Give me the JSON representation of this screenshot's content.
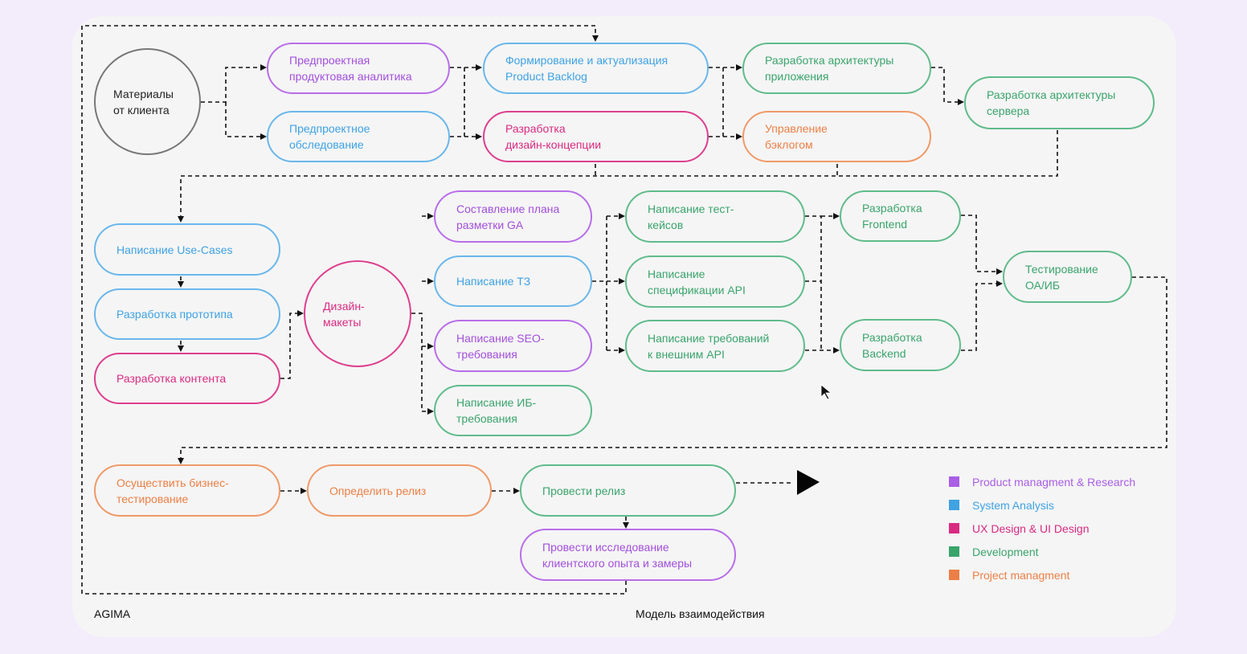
{
  "nodes": {
    "client": "Материалы\nот клиента",
    "pre_analytics": "Предпроектная\nпродуктовая аналитика",
    "pre_survey": "Предпроектное\nобследование",
    "backlog": "Формирование и актуализация\nProduct Backlog",
    "design_concept": "Разработка\nдизайн-концепции",
    "app_arch": "Разработка архитектуры\nприложения",
    "backlog_mgmt": "Управление\nбэклогом",
    "server_arch": "Разработка архитектуры\nсервера",
    "use_cases": "Написание Use-Cases",
    "prototype": "Разработка прототипа",
    "content": "Разработка контента",
    "mockups": "Дизайн-\nмакеты",
    "ga_plan": "Составление плана\nразметки GA",
    "tz": "Написание ТЗ",
    "seo": "Написание SEO-\nтребования",
    "ib": "Написание ИБ-\nтребования",
    "test_cases": "Написание тест-\nкейсов",
    "api_spec": "Написание\nспецификации API",
    "ext_api": "Написание требований\nк внешним API",
    "frontend": "Разработка\nFrontend",
    "backend": "Разработка\nBackend",
    "testing": "Тестирование\nОА/ИБ",
    "biz_testing": "Осуществить бизнес-\nтестирование",
    "define_release": "Определить релиз",
    "do_release": "Провести релиз",
    "cx_research": "Провести исследование\nклиентского опыта и замеры"
  },
  "legend": [
    {
      "label": "Product managment & Research",
      "color": "#a95ee6"
    },
    {
      "label": "System Analysis",
      "color": "#3ea2e3"
    },
    {
      "label": "UX Design & UI Design",
      "color": "#d92a82"
    },
    {
      "label": "Development",
      "color": "#3aa46c"
    },
    {
      "label": "Project managment",
      "color": "#ec7f45"
    }
  ],
  "footer": {
    "brand": "AGIMA",
    "caption": "Модель взаимодействия"
  }
}
